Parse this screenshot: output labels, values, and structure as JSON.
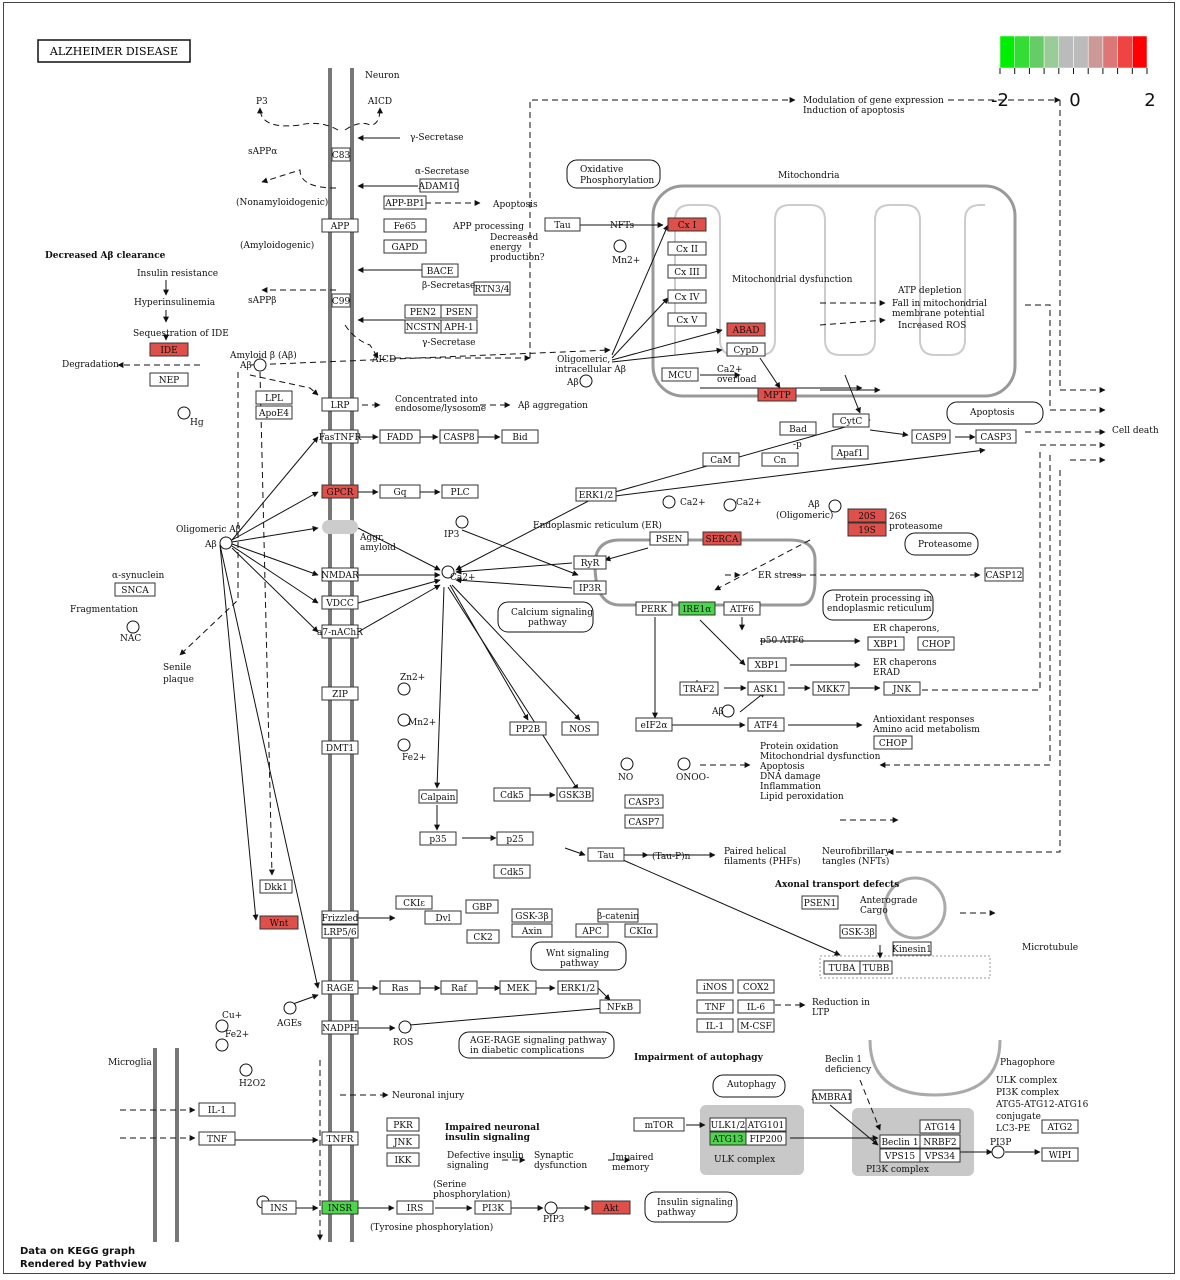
{
  "title": "ALZHEIMER DISEASE",
  "legend": {
    "labels": [
      "-2",
      "0",
      "2"
    ],
    "colors": [
      "#00ee00",
      "#33dd33",
      "#66cc66",
      "#99cc99",
      "#bbbbbb",
      "#bbbbbb",
      "#cc9999",
      "#dd7777",
      "#ee4444",
      "#ff0000"
    ]
  },
  "footer": {
    "line1": "Data on KEGG graph",
    "line2": "Rendered by Pathview"
  },
  "colors": {
    "up": "#e0504a",
    "down": "#4cd64c"
  },
  "labels": {
    "neuron": "Neuron",
    "p3": "P3",
    "aicd_top": "AICD",
    "gsec1": "γ-Secretase",
    "sappa": "sAPPα",
    "asec": "α-Secretase",
    "nonamy": "(Nonamyloidogenic)",
    "amy": "(Amyloidogenic)",
    "apop1": "Apoptosis",
    "appproc": "APP processing",
    "decreased": "Decreased",
    "energy": "energy",
    "production": "production?",
    "bsec": "β-Secretase",
    "sappb": "sAPPβ",
    "gsec2": "γ-Secretase",
    "aicd": "AICD",
    "dec_ab_clear": "Decreased Aβ clearance",
    "insres": "Insulin resistance",
    "hyperins": "Hyperinsulinemia",
    "seqide": "Sequestration of IDE",
    "degradation": "Degradation",
    "amyloidb": "Amyloid β (Aβ)",
    "ab1": "Aβ",
    "hg": "Hg",
    "conc1": "Concentrated into",
    "conc2": "endosome/lysosome",
    "abagg": "Aβ aggregation",
    "oligab": "Oligomeric Aβ",
    "ab2": "Aβ",
    "asyn": "α-synuclein",
    "frag": "Fragmentation",
    "nac": "NAC",
    "senile1": "Senile",
    "senile2": "plaque",
    "aggr1": "Aggr.",
    "aggr2": "amyloid",
    "ip3": "IP3",
    "ca": "Ca2+",
    "zn": "Zn2+",
    "mn": "Mn2+",
    "fe": "Fe2+",
    "modulation": "Modulation of gene expression",
    "induction": "Induction of apoptosis",
    "oxphos1": "Oxidative",
    "oxphos2": "Phosphorylation",
    "mito": "Mitochondria",
    "nfts": "NFTs",
    "mn2": "Mn2+",
    "mitodys": "Mitochondrial dysfunction",
    "atpdep": "ATP depletion",
    "fallmito1": "Fall in mitochondrial",
    "fallmito2": "membrane potential",
    "incros": "Increased ROS",
    "olig_intra1": "Oligomeric,",
    "olig_intra2": "intracellular Aβ",
    "ab3": "Aβ",
    "ca_overload1": "Ca2+",
    "ca_overload2": "overload",
    "apoptosis": "Apoptosis",
    "celldeath": "Cell death",
    "p_bad": "-p",
    "er": "Endoplasmic reticulum (ER)",
    "ca2a": "Ca2+",
    "ca2b": "Ca2+",
    "ab_olig1": "Aβ",
    "ab_olig2": "(Oligomeric)",
    "s26a": "26S",
    "s26b": "proteasome",
    "proteasome": "Proteasome",
    "erstress": "ER stress",
    "calsig1": "Calcium signaling",
    "calsig2": "pathway",
    "protproc1": "Protein processing in",
    "protproc2": "endoplasmic reticulum",
    "p50": "p50 ATF6",
    "erchap": "ER chaperons,",
    "erchap2a": "ER chaperons",
    "erchap2b": "ERAD",
    "ab4": "Aβ",
    "antiox1": "Antioxidant responses",
    "antiox2": "Amino acid metabolism",
    "no": "NO",
    "onoo": "ONOO-",
    "protox1": "Protein oxidation",
    "protox2": "Mitochondrial dysfunction",
    "protox3": "Apoptosis",
    "protox4": "DNA damage",
    "protox5": "Inflammation",
    "protox6": "Lipid peroxidation",
    "taup": "(Tau-P)n",
    "phf1": "Paired helical",
    "phf2": "filaments (PHFs)",
    "nft1": "Neurofibrillary",
    "nft2": "tangles (NFTs)",
    "axonal": "Axonal transport defects",
    "antero1": "Anterograde",
    "antero2": "Cargo",
    "microtubule": "Microtubule",
    "wnt1": "Wnt signaling",
    "wnt2": "pathway",
    "ages": "AGEs",
    "ros": "ROS",
    "cu": "Cu+",
    "fe2": "Fe2+",
    "h2o2": "H2O2",
    "microglia": "Microglia",
    "neuroinj": "Neuronal injury",
    "redltp1": "Reduction in",
    "redltp2": "LTP",
    "agerage1": "AGE-RAGE signaling pathway",
    "agerage2": "in diabetic complications",
    "impaut": "Impairment of autophagy",
    "autophagy": "Autophagy",
    "beclin1": "Beclin 1",
    "beclin2": "deficiency",
    "phagophore": "Phagophore",
    "ulkc": "ULK complex",
    "pi3kc": "PI3K complex",
    "atg5": "ATG5-ATG12-ATG16",
    "conjugate": "conjugate",
    "lc3": "LC3-PE",
    "ulkcomplex": "ULK complex",
    "pi3kcomplex": "PI3K complex",
    "impneur1": "Impaired neuronal",
    "impneur2": "insulin signaling",
    "defins1": "Defective insulin",
    "defins2": "signaling",
    "syndys1": "Synaptic",
    "syndys2": "dysfunction",
    "impmem1": "Impaired",
    "impmem2": "memory",
    "serphos1": "(Serine",
    "serphos2": "phosphorylation)",
    "tyrphos": "(Tyrosine phosphorylation)",
    "pip3": "PIP3",
    "inssig1": "Insulin signaling",
    "inssig2": "pathway",
    "pi3p": "PI3P",
    "plus": "+p"
  },
  "genes": {
    "C83": "C83",
    "ADAM10": "ADAM10",
    "APPBP1": "APP-BP1",
    "APP": "APP",
    "Fe65": "Fe65",
    "GAPD": "GAPD",
    "BACE": "BACE",
    "RTN34": "RTN3/4",
    "C99": "C99",
    "PEN2": "PEN2",
    "PSEN_a": "PSEN",
    "NCSTN": "NCSTN",
    "APH1": "APH-1",
    "IDE": "IDE",
    "NEP": "NEP",
    "LPL": "LPL",
    "APOE4": "ApoE4",
    "LRP": "LRP",
    "FASTNFR": "FasTNFR",
    "FADD": "FADD",
    "CASP8": "CASP8",
    "Bid": "Bid",
    "GPCR": "GPCR",
    "Gq": "Gq",
    "PLC": "PLC",
    "SNCA": "SNCA",
    "NMDAR": "NMDAR",
    "VDCC": "VDCC",
    "a7nAChR": "a7-nAChR",
    "ZIP": "ZIP",
    "DMT1": "DMT1",
    "Tau_top": "Tau",
    "CxI": "Cx I",
    "CxII": "Cx II",
    "CxIII": "Cx III",
    "CxIV": "Cx IV",
    "CxV": "Cx V",
    "ABAD": "ABAD",
    "CypD": "CypD",
    "MCU": "MCU",
    "MPTP": "MPTP",
    "CytC": "CytC",
    "Bad": "Bad",
    "CaM": "CaM",
    "Cn": "Cn",
    "Apaf1": "Apaf1",
    "CASP9": "CASP9",
    "CASP3a": "CASP3",
    "ERK12a": "ERK1/2",
    "s20S": "20S",
    "s19S": "19S",
    "PSEN_b": "PSEN",
    "SERCA": "SERCA",
    "RyR": "RyR",
    "IP3R": "IP3R",
    "PERK": "PERK",
    "IRE1a": "IRE1α",
    "ATF6": "ATF6",
    "CASP12": "CASP12",
    "XBP1a": "XBP1",
    "CHOPa": "CHOP",
    "XBP1b": "XBP1",
    "TRAF2": "TRAF2",
    "ASK1": "ASK1",
    "MKK7": "MKK7",
    "JNKa": "JNK",
    "eIF2a": "eIF2α",
    "ATF4": "ATF4",
    "CHOPb": "CHOP",
    "PP2B": "PP2B",
    "NOS": "NOS",
    "Calpain": "Calpain",
    "Cdk5a": "Cdk5",
    "GSK3Ba": "GSK3B",
    "CASP3b": "CASP3",
    "CASP7": "CASP7",
    "p35": "p35",
    "p25": "p25",
    "Tau": "Tau",
    "Cdk5b": "Cdk5",
    "Dkk1": "Dkk1",
    "Wnt": "Wnt",
    "Frizzled": "Frizzled",
    "LRP56": "LRP5/6",
    "CKIe": "CKIε",
    "Dvl": "Dvl",
    "GBP": "GBP",
    "CK2": "CK2",
    "GSK3Bb": "GSK-3β",
    "bcat": "β-catenin",
    "Axin": "Axin",
    "APC": "APC",
    "CKIa": "CKIα",
    "PSEN1": "PSEN1",
    "GSK3Bc": "GSK-3β",
    "Kinesin1": "Kinesin1",
    "TUBA": "TUBA",
    "TUBB": "TUBB",
    "RAGE": "RAGE",
    "Ras": "Ras",
    "Raf": "Raf",
    "MEK": "MEK",
    "ERK12b": "ERK1/2",
    "NFkB": "NFκB",
    "iNOS": "iNOS",
    "COX2": "COX2",
    "TNFa": "TNF",
    "IL6": "IL-6",
    "IL1a": "IL-1",
    "MCSF": "M-CSF",
    "NADPH": "NADPH",
    "IL1b": "IL-1",
    "TNFb": "TNF",
    "TNFR": "TNFR",
    "PKR": "PKR",
    "JNKb": "JNK",
    "IKK": "IKK",
    "INS": "INS",
    "INSR": "INSR",
    "IRS": "IRS",
    "PI3K": "PI3K",
    "Akt": "Akt",
    "mTOR": "mTOR",
    "ULK12": "ULK1/2",
    "ATG101": "ATG101",
    "ATG13": "ATG13",
    "FIP200": "FIP200",
    "AMBRA1": "AMBRA1",
    "Beclin1": "Beclin 1",
    "ATG14": "ATG14",
    "NRBF2": "NRBF2",
    "VPS15": "VPS15",
    "VPS34": "VPS34",
    "ATG2": "ATG2",
    "WIPI": "WIPI"
  }
}
